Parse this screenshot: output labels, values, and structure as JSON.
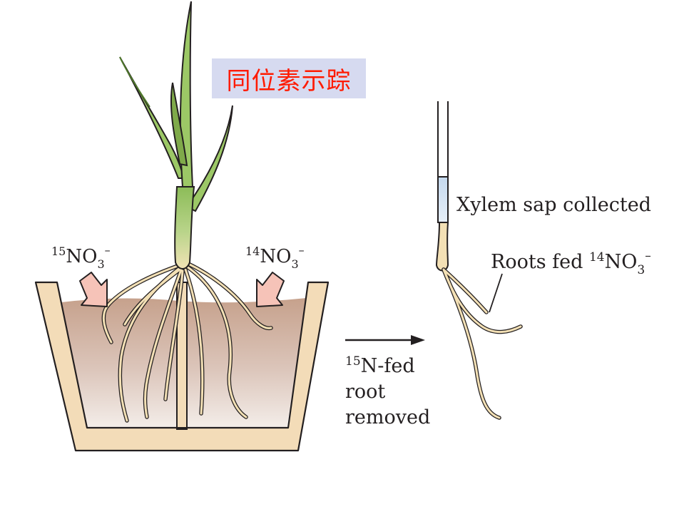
{
  "title": "同位素示踪",
  "left_label": {
    "mass": "15",
    "formula": "NO",
    "sub": "3",
    "charge": "–"
  },
  "right_label": {
    "mass": "14",
    "formula": "NO",
    "sub": "3",
    "charge": "–"
  },
  "sap_label": "Xylem sap collected",
  "roots_label": {
    "prefix": "Roots fed ",
    "mass": "14",
    "formula": "NO",
    "sub": "3",
    "charge": "–"
  },
  "removed_label": {
    "mass": "15",
    "line1": "N-fed",
    "line2": "root",
    "line3": "removed"
  },
  "colors": {
    "stem_green": "#8fbf5a",
    "leaf_dark": "#4f7a2a",
    "root_tan": "#f3e0b5",
    "pot_wall": "#f3dcb8",
    "soil_top": "#c8a592",
    "soil_bottom": "#f2ece8",
    "arrow_fill": "#f6c3b8",
    "sap_blue": "#cfe0f1",
    "title_bg": "#d6daf0",
    "title_text": "#ff1a00"
  }
}
